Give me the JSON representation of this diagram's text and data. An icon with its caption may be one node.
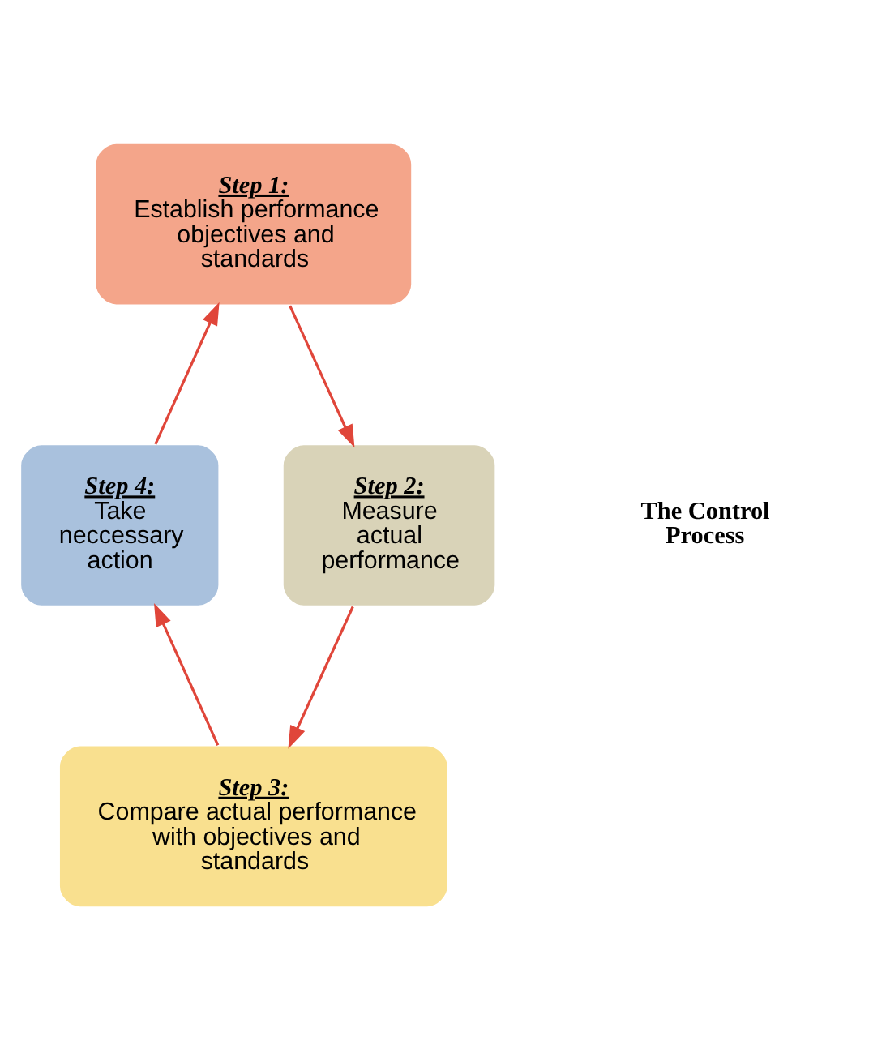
{
  "diagram": {
    "nodes": [
      {
        "text": [
          "The Control Process"
        ]
      },
      {
        "text": [
          "Step 1:",
          "Establish performance objectives and standards"
        ]
      },
      {
        "text": [
          "Step 2:",
          "Measure actual performance"
        ]
      },
      {
        "text": [
          "Step 3:",
          "Compare actual performance with objectives and standards"
        ]
      },
      {
        "text": [
          "Step 4:",
          "Take neccessary action"
        ]
      }
    ],
    "edges": [
      {
        "from": 4,
        "to": 1,
        "arrow": "to",
        "color": "#e0463a"
      },
      {
        "from": 1,
        "to": 2,
        "arrow": "to",
        "color": "#e0463a"
      },
      {
        "from": 2,
        "to": 3,
        "arrow": "to",
        "color": "#e0463a"
      },
      {
        "from": 3,
        "to": 4,
        "arrow": "to",
        "color": "#e0463a"
      }
    ]
  }
}
